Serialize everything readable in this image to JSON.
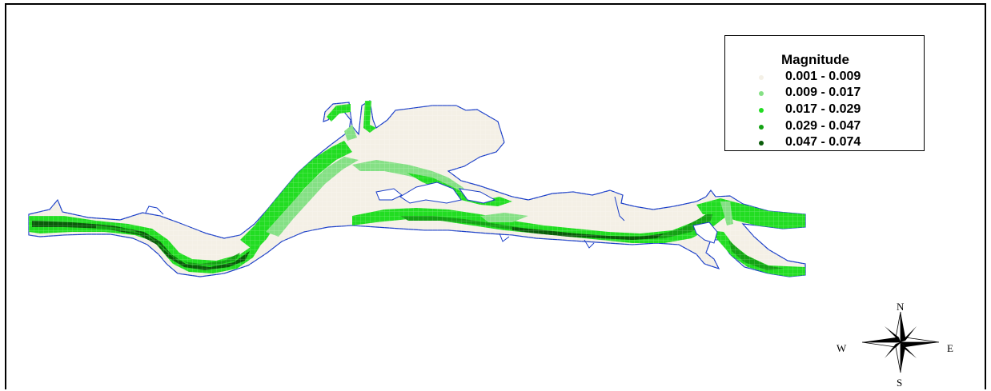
{
  "legend": {
    "title": "Magnitude",
    "classes": [
      {
        "label": "0.001 - 0.009",
        "color": "#f4f0e6"
      },
      {
        "label": "0.009 - 0.017",
        "color": "#85e085"
      },
      {
        "label": "0.017 - 0.029",
        "color": "#22dd22"
      },
      {
        "label": "0.029 - 0.047",
        "color": "#14a214"
      },
      {
        "label": "0.047 - 0.074",
        "color": "#0a5c0a"
      }
    ]
  },
  "compass": {
    "north": "N",
    "south": "S",
    "east": "E",
    "west": "W"
  },
  "colors": {
    "shoreline": "#1a3ec8",
    "land_background": "#ffffff",
    "frame": "#000000"
  }
}
